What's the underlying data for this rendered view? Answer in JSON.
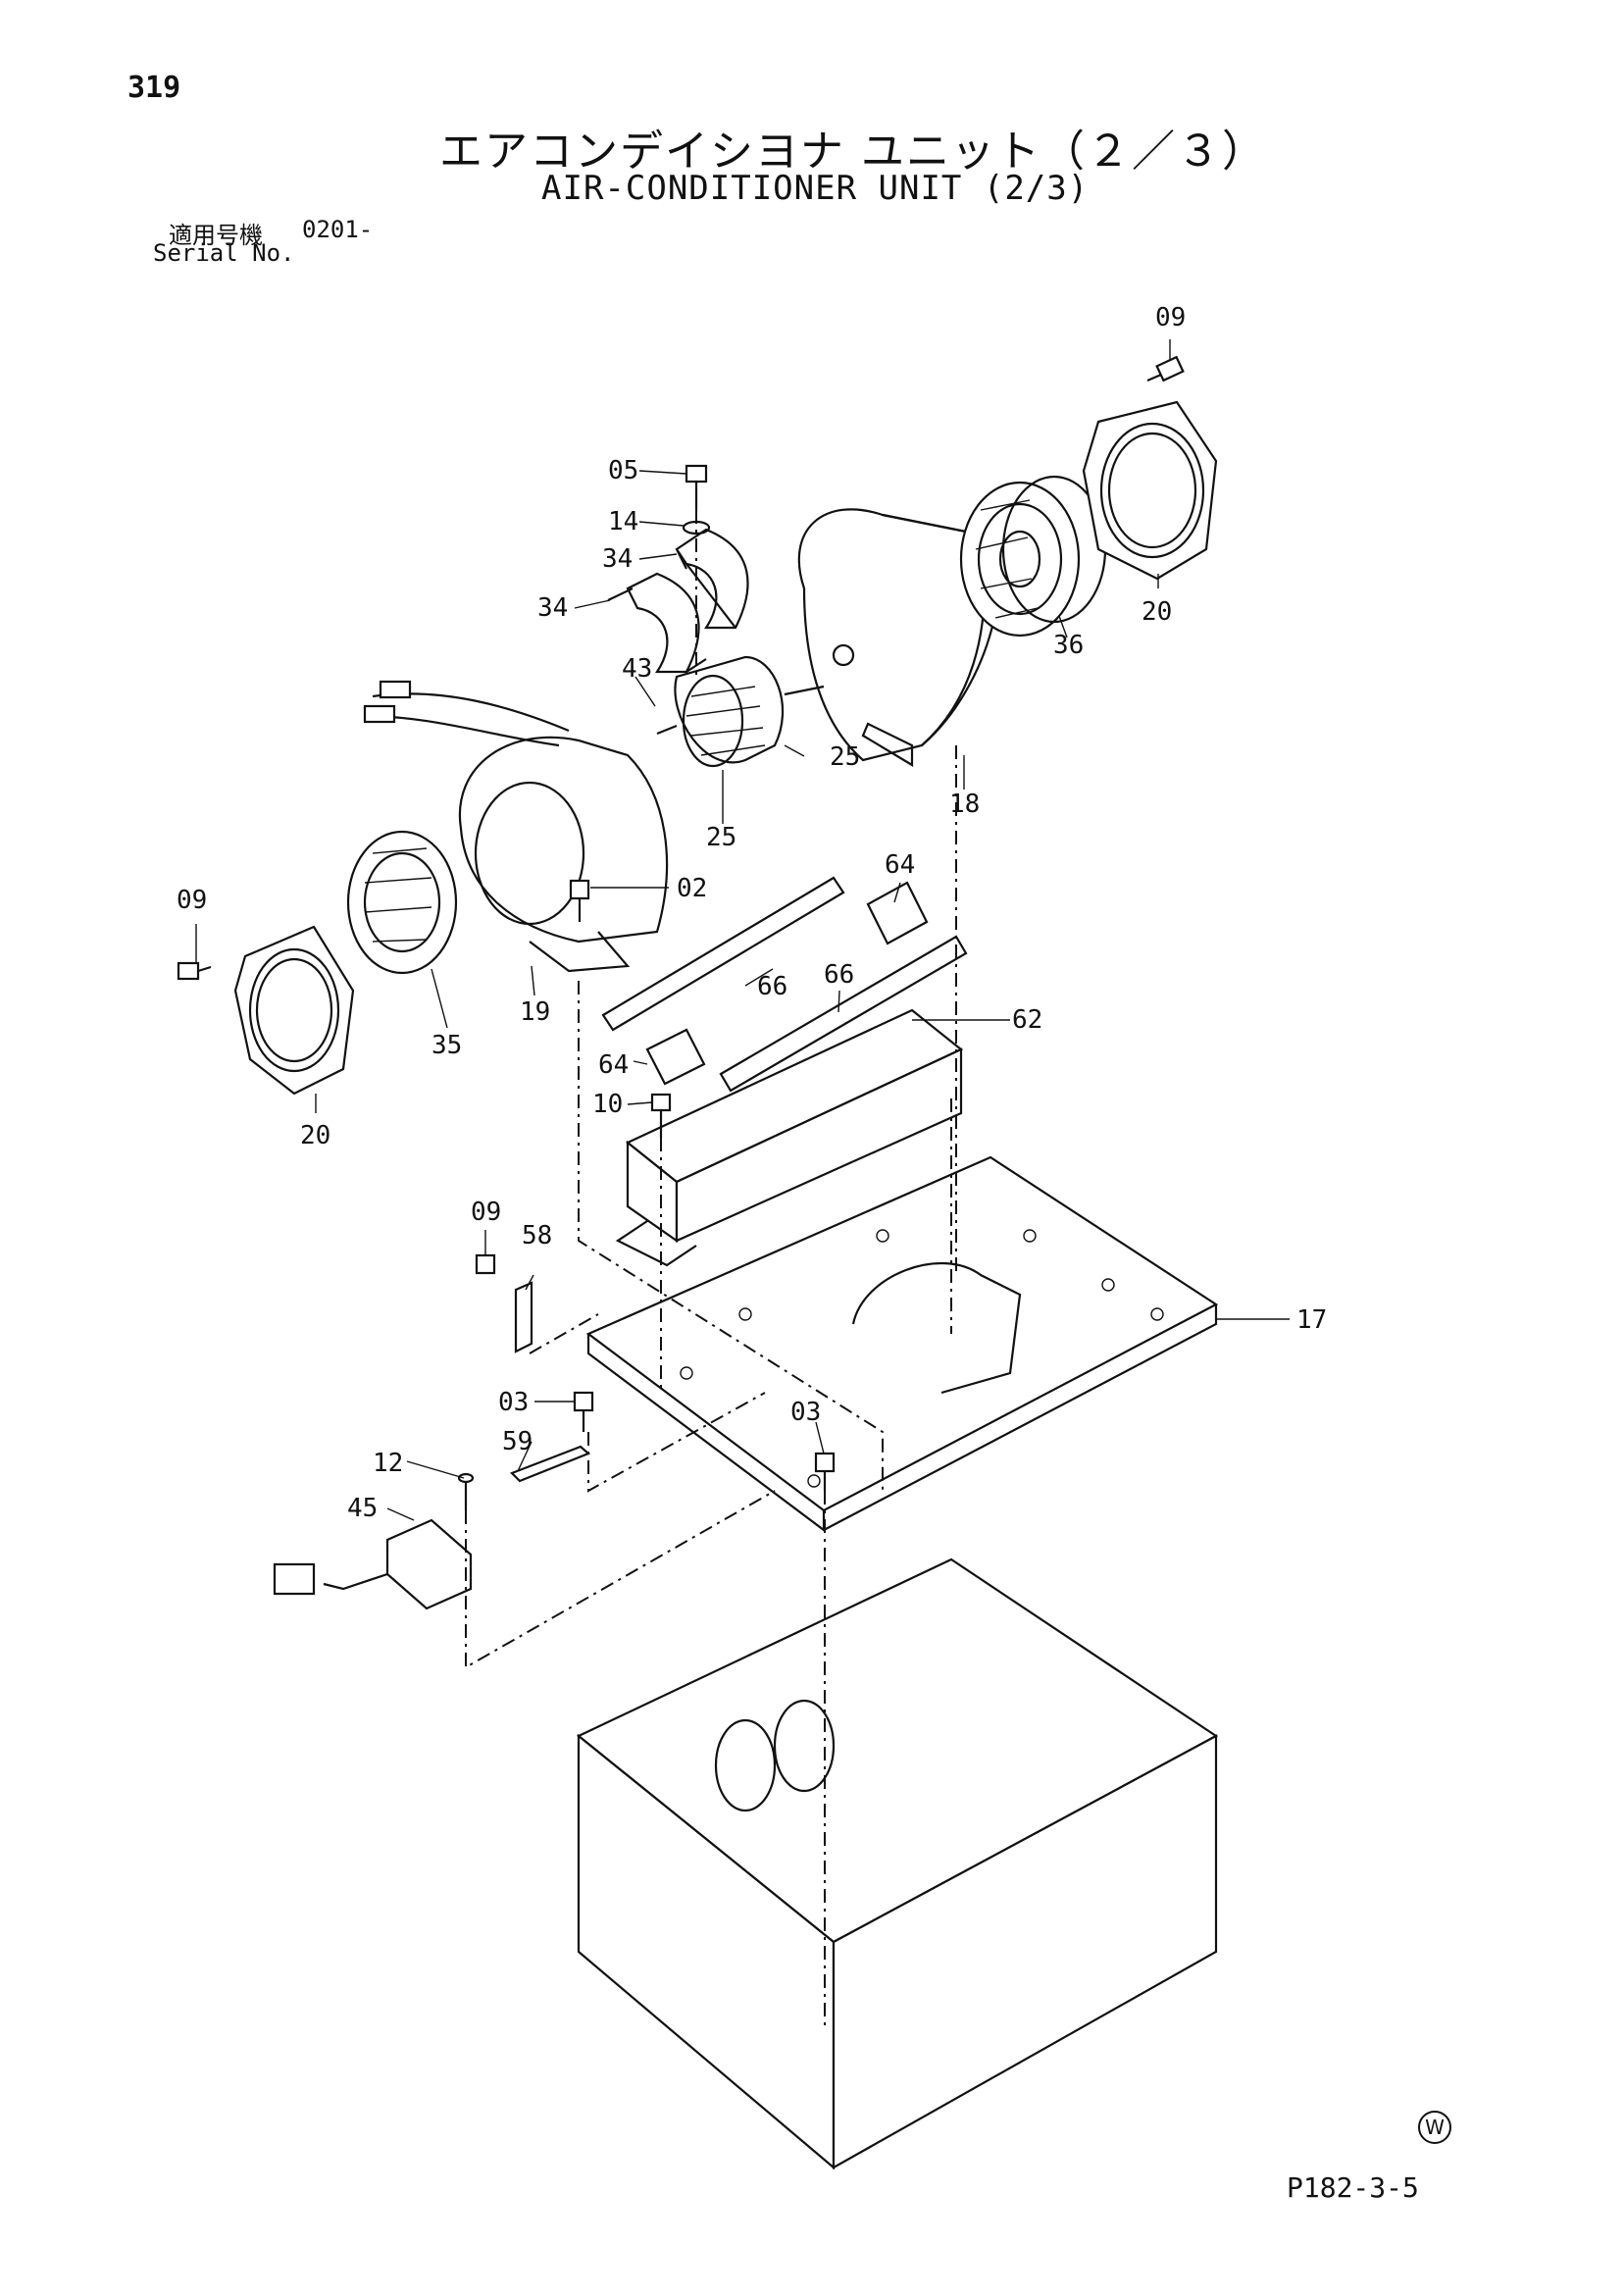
{
  "page_number": "319",
  "title_jp": "エアコンデイシヨナ ユニット（２／３）",
  "title_en": "AIR-CONDITIONER UNIT (2/3)",
  "serial_label_jp": "適用号機",
  "serial_label_en": "Serial No.",
  "serial_value": "0201-",
  "drawing_code": "P182-3-5",
  "watermark": "W",
  "callouts": [
    "09",
    "05",
    "14",
    "34",
    "34",
    "43",
    "25",
    "25",
    "20",
    "36",
    "18",
    "09",
    "02",
    "64",
    "66",
    "66",
    "62",
    "35",
    "19",
    "20",
    "64",
    "10",
    "09",
    "58",
    "17",
    "03",
    "03",
    "59",
    "12",
    "45"
  ]
}
